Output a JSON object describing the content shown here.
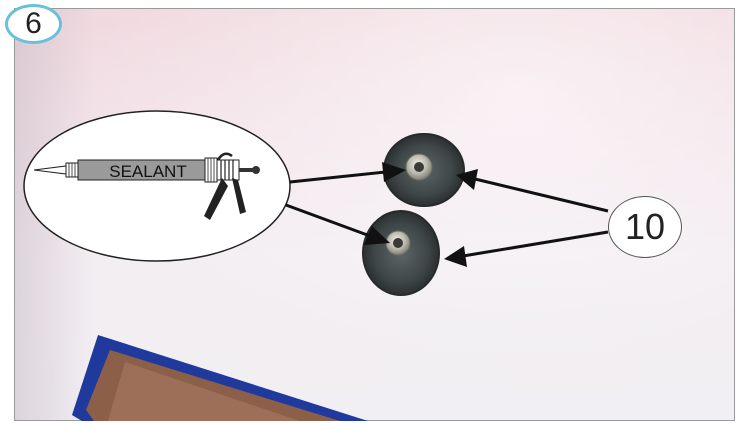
{
  "step": {
    "number": "6"
  },
  "callout": {
    "number": "10"
  },
  "tool": {
    "label": "SEALANT"
  }
}
